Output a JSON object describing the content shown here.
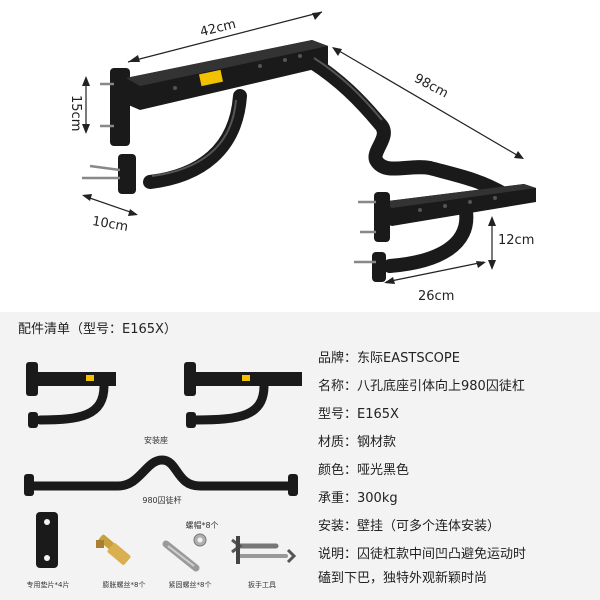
{
  "dimensions": {
    "width_top": "42cm",
    "height_left": "15cm",
    "depth_left": "10cm",
    "length_total": "98cm",
    "height_right": "12cm",
    "depth_right": "26cm"
  },
  "parts_list": {
    "title": "配件清单（型号：E165X）",
    "mount_caption": "安装座",
    "bar_caption": "980囚徒杆",
    "items": [
      {
        "name": "专用垫片*4片"
      },
      {
        "name": "膨胀螺丝*8个"
      },
      {
        "name": "紧固螺丝*8个"
      },
      {
        "name": "扳手工具"
      }
    ],
    "nut_caption": "螺帽*8个"
  },
  "specs": [
    {
      "label": "品牌：",
      "value": "东际EASTSCOPE"
    },
    {
      "label": "名称：",
      "value": "八孔底座引体向上980囚徒杠"
    },
    {
      "label": "型号：",
      "value": "E165X"
    },
    {
      "label": "材质：",
      "value": "钢材款"
    },
    {
      "label": "颜色：",
      "value": "哑光黑色"
    },
    {
      "label": "承重：",
      "value": "300kg"
    },
    {
      "label": "安装：",
      "value": "壁挂（可多个连体安装）"
    },
    {
      "label": "说明：",
      "value": "囚徒杠款中间凹凸避免运动时"
    },
    {
      "label": "",
      "value": "磕到下巴，独特外观新颖时尚"
    }
  ],
  "colors": {
    "steel": "#1a1a1a",
    "highlight": "#555555",
    "label_yellow": "#f2c200",
    "bottom_bg": "#f3f3f3"
  }
}
